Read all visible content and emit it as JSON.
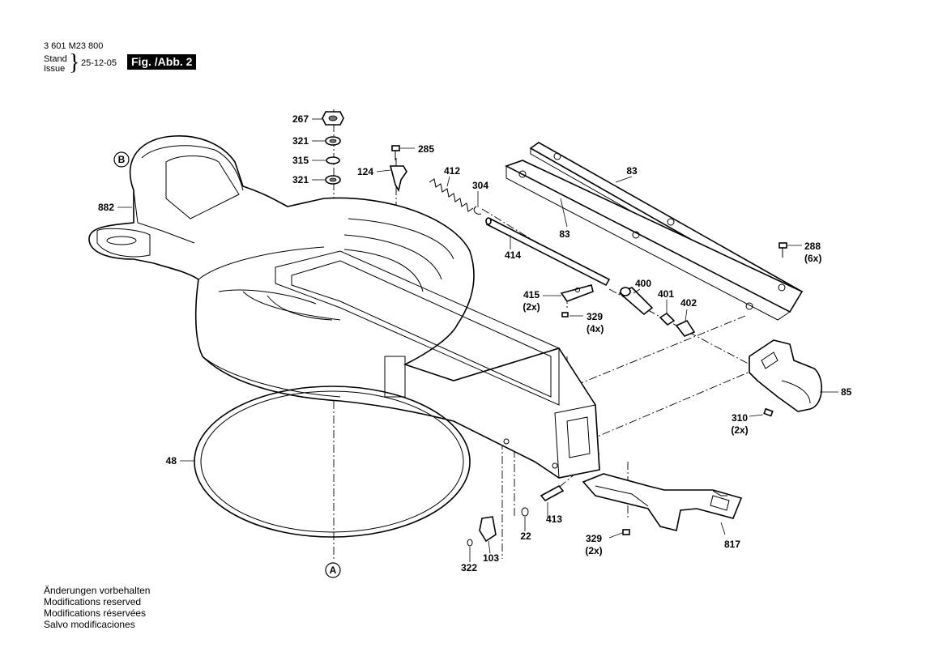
{
  "header": {
    "doc_number": "3 601 M23 800",
    "stand_label": "Stand",
    "issue_label": "Issue",
    "brace": "}",
    "date": "25-12-05",
    "figure_label": "Fig. /Abb. 2"
  },
  "callouts": {
    "B": "B",
    "A": "A"
  },
  "part_labels": {
    "p267": "267",
    "p321a": "321",
    "p315": "315",
    "p321b": "321",
    "p285": "285",
    "p124": "124",
    "p412": "412",
    "p304": "304",
    "p83a": "83",
    "p83b": "83",
    "p288": "288",
    "p288q": "(6x)",
    "p882": "882",
    "p414": "414",
    "p415": "415",
    "p415q": "(2x)",
    "p329a": "329",
    "p329aq": "(4x)",
    "p400": "400",
    "p401": "401",
    "p402": "402",
    "p85": "85",
    "p310": "310",
    "p310q": "(2x)",
    "p48": "48",
    "p413": "413",
    "p22": "22",
    "p103": "103",
    "p322": "322",
    "p329b": "329",
    "p329bq": "(2x)",
    "p817": "817"
  },
  "notes": [
    "Änderungen vorbehalten",
    "Modifications reserved",
    "Modifications réservées",
    "Salvo modificaciones"
  ]
}
